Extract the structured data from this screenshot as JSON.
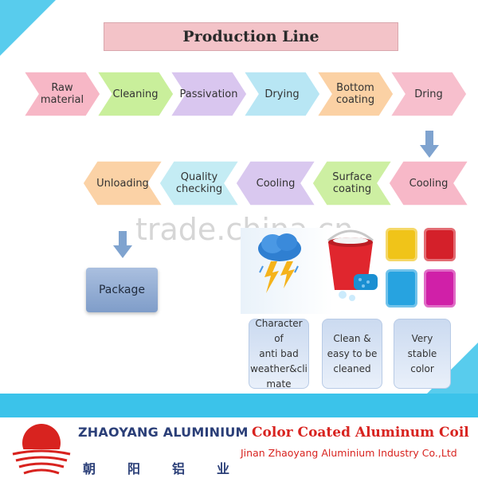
{
  "title": "Production Line",
  "watermark": "trade.china.cn",
  "process": {
    "row1": [
      {
        "label": "Raw\nmaterial",
        "color": "#f7b7c6"
      },
      {
        "label": "Cleaning",
        "color": "#c9ef9b"
      },
      {
        "label": "Passivation",
        "color": "#d9c6ef"
      },
      {
        "label": "Drying",
        "color": "#b8e6f4"
      },
      {
        "label": "Bottom\ncoating",
        "color": "#fbd1a4"
      },
      {
        "label": "Dring",
        "color": "#f7bfcd"
      }
    ],
    "row2": [
      {
        "label": "Unloading",
        "color": "#fbd2a6"
      },
      {
        "label": "Quality\nchecking",
        "color": "#c4ecf4"
      },
      {
        "label": "Cooling",
        "color": "#d9c8ef"
      },
      {
        "label": "Surface\ncoating",
        "color": "#cdefa2"
      },
      {
        "label": "Cooling",
        "color": "#f7b8c8"
      }
    ],
    "final": "Package"
  },
  "features": [
    {
      "label": "Character of\nanti bad\nweather&cli\nmate",
      "icon": "weather-icon"
    },
    {
      "label": "Clean &\neasy to be\ncleaned",
      "icon": "bucket-sponge-icon"
    },
    {
      "label": "Very stable\ncolor",
      "icon": "color-swatch-icon"
    }
  ],
  "swatch_colors": [
    "#f0c419",
    "#d4202a",
    "#27a3e0",
    "#d020a8"
  ],
  "footer": {
    "company_en": "ZHAOYANG ALUMINIUM",
    "company_cn": "朝阳铝业",
    "product": "Color Coated Aluminum Coil",
    "company_full": "Jinan Zhaoyang Aluminium Industry Co.,Ltd"
  },
  "colors": {
    "accent": "#3bc3ea",
    "brand_red": "#d8231f",
    "brand_blue": "#2b3f78"
  }
}
